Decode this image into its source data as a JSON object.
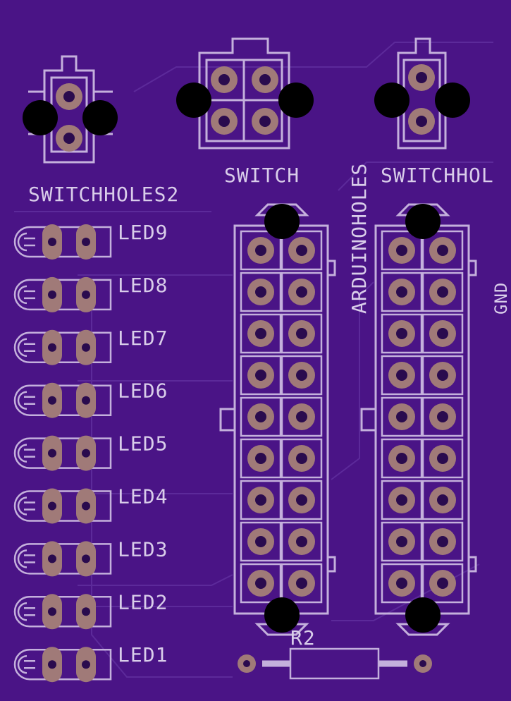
{
  "board": {
    "colors": {
      "board": "#4a1486",
      "silkscreen": "#c4b0dc",
      "pad": "#a07a78",
      "drill": "#2a0b4e",
      "mounting_hole": "#000000",
      "trace": "#5c2a9a"
    },
    "labels": {
      "switchholes2": "SWITCHHOLES2",
      "switch": "SWITCH",
      "switchhol": "SWITCHHOL",
      "arduinoholes": "ARDUINOHOLES",
      "gnd": "GND",
      "r2": "R2"
    },
    "leds": [
      {
        "label": "LED9"
      },
      {
        "label": "LED8"
      },
      {
        "label": "LED7"
      },
      {
        "label": "LED6"
      },
      {
        "label": "LED5"
      },
      {
        "label": "LED4"
      },
      {
        "label": "LED3"
      },
      {
        "label": "LED2"
      },
      {
        "label": "LED1"
      }
    ]
  }
}
